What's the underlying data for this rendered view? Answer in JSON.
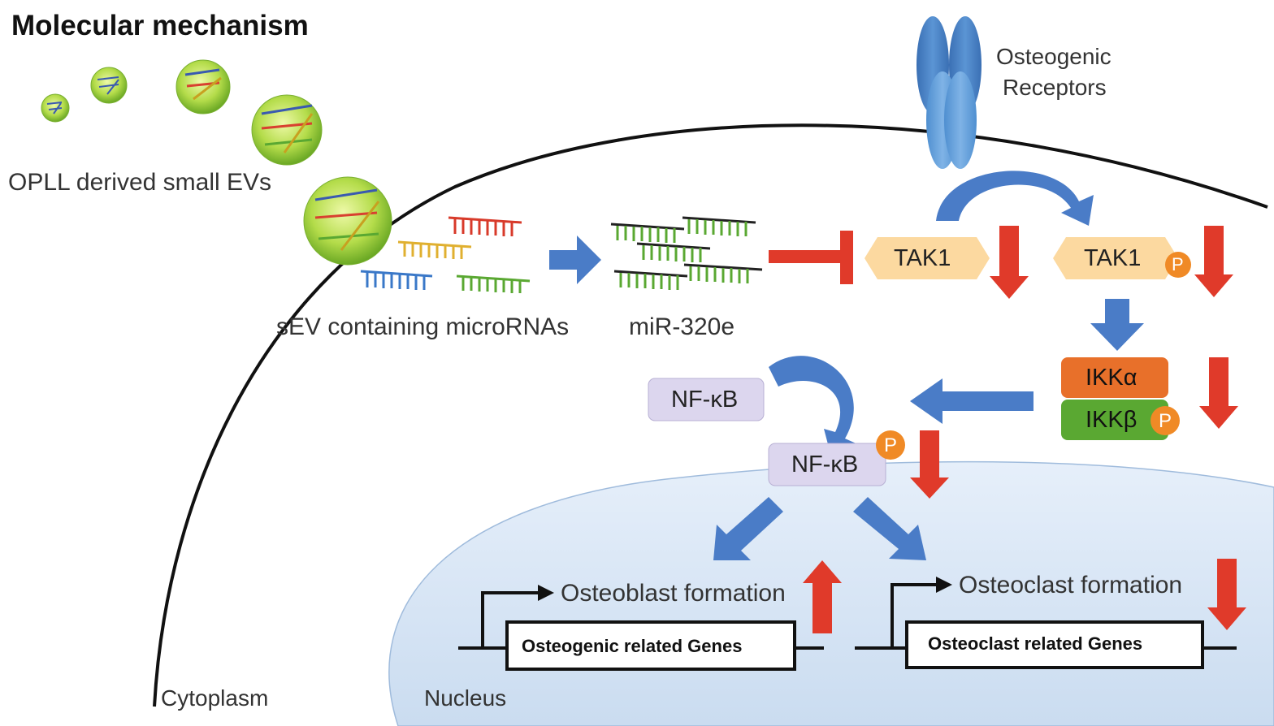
{
  "title": "Molecular mechanism",
  "labels": {
    "small_evs": "OPLL derived small EVs",
    "receptors_line1": "Osteogenic",
    "receptors_line2": "Receptors",
    "sev_micrornas": "sEV containing microRNAs",
    "mir": "miR-320e",
    "cytoplasm": "Cytoplasm",
    "nucleus": "Nucleus"
  },
  "nodes": {
    "tak1": "TAK1",
    "tak1_p": "TAK1",
    "ikk_alpha": "IKKα",
    "ikk_beta": "IKKβ",
    "nfkb": "NF-κB",
    "nfkb_p": "NF-κB",
    "phospho": "P"
  },
  "outcomes": {
    "osteoblast": "Osteoblast formation",
    "osteoclast": "Osteoclast formation"
  },
  "genes": {
    "osteogenic": "Osteogenic related Genes",
    "osteoclast": "Osteoclast related Genes"
  },
  "colors": {
    "activation_arrow": "#4a7cc7",
    "downregulation_arrow": "#e03a2a",
    "inhibition": "#e03a2a",
    "tak1_fill": "#fcd9a0",
    "ikk_alpha_fill": "#e8702a",
    "ikk_beta_fill": "#5aa832",
    "nfkb_fill": "#dcd6ee",
    "phospho_fill": "#f08a26",
    "nucleus_fill": "#dce8f6",
    "receptor_fill": "#4a86c8"
  }
}
